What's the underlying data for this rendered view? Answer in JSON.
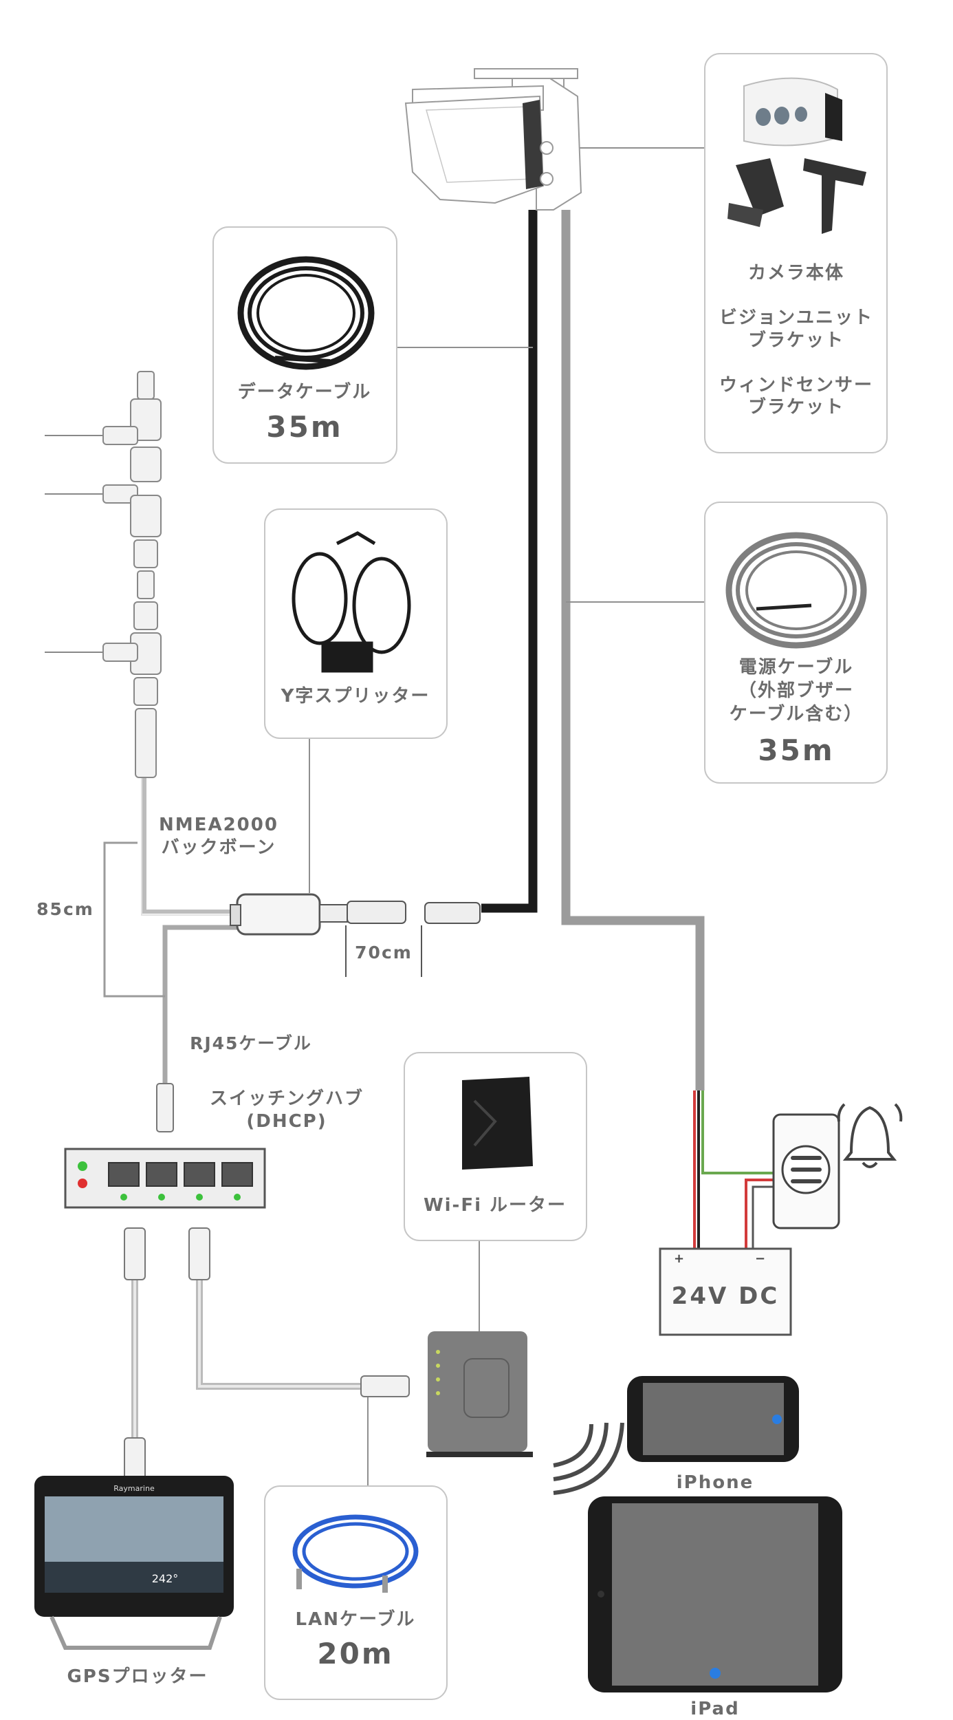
{
  "camera_kit": {
    "items": [
      "カメラ本体",
      "ビジョンユニット",
      "ブラケット",
      "ウィンドセンサー",
      "ブラケット"
    ]
  },
  "data_cable": {
    "label": "データケーブル",
    "length": "35m"
  },
  "power_cable": {
    "lines": [
      "電源ケーブル",
      "（外部ブザー",
      "ケーブル含む）"
    ],
    "length": "35m"
  },
  "splitter": {
    "label": "Y字スプリッター"
  },
  "backbone": {
    "lines": [
      "NMEA2000",
      "バックボーン"
    ]
  },
  "dimensions": {
    "left": "85cm",
    "splitter": "70cm"
  },
  "rj45": {
    "label": "RJ45ケーブル"
  },
  "hub": {
    "lines": [
      "スイッチングハブ",
      "(DHCP)"
    ]
  },
  "router": {
    "label": "Wi-Fi ルーター"
  },
  "battery": {
    "label": "24V DC",
    "plus": "+",
    "minus": "−"
  },
  "lan_cable": {
    "label": "LANケーブル",
    "length": "20m"
  },
  "devices": {
    "phone": "iPhone",
    "tablet": "iPad",
    "plotter": "GPSプロッター",
    "plotter_brand": "Raymarine",
    "plotter_heading": "242°"
  },
  "colors": {
    "data_cable": "#1a1a1a",
    "power_cable": "#9a9a9a",
    "box_border": "#c6c6c6",
    "text": "#6b6b6b"
  }
}
